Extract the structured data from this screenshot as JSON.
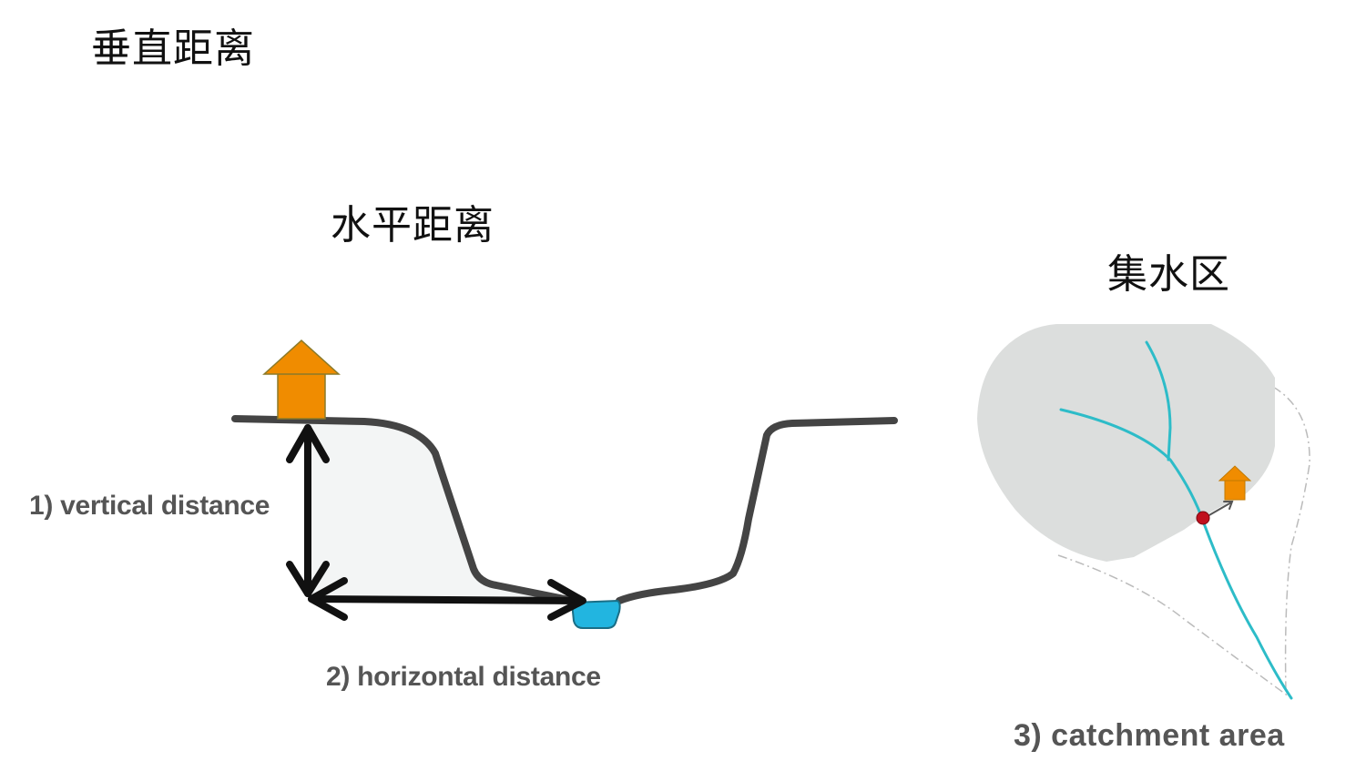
{
  "headings": {
    "vertical_distance": "垂直距离",
    "horizontal_distance": "水平距离",
    "catchment_area": "集水区"
  },
  "labels": {
    "vertical": "1) vertical distance",
    "horizontal": "2) horizontal distance",
    "catchment": "3) catchment area"
  },
  "colors": {
    "house": "#F08C00",
    "house_outline": "#8A7A2A",
    "terrain": "#444444",
    "terrain_fill": "#F3F5F5",
    "arrow": "#111111",
    "water": "#22B5E0",
    "catchment_fill": "#DCDEDD",
    "stream": "#2DBCC8",
    "outlet_point": "#C0101E",
    "dashed_outline": "#BBBBBB"
  },
  "diagram": {
    "profile_section": {
      "elements": [
        "house-icon",
        "terrain-profile",
        "vertical-arrow",
        "horizontal-arrow",
        "water-body"
      ]
    },
    "catchment_section": {
      "elements": [
        "catchment-area-shape",
        "stream-network",
        "house-icon",
        "outlet-point",
        "distance-arrow",
        "dashed-boundary"
      ]
    }
  }
}
